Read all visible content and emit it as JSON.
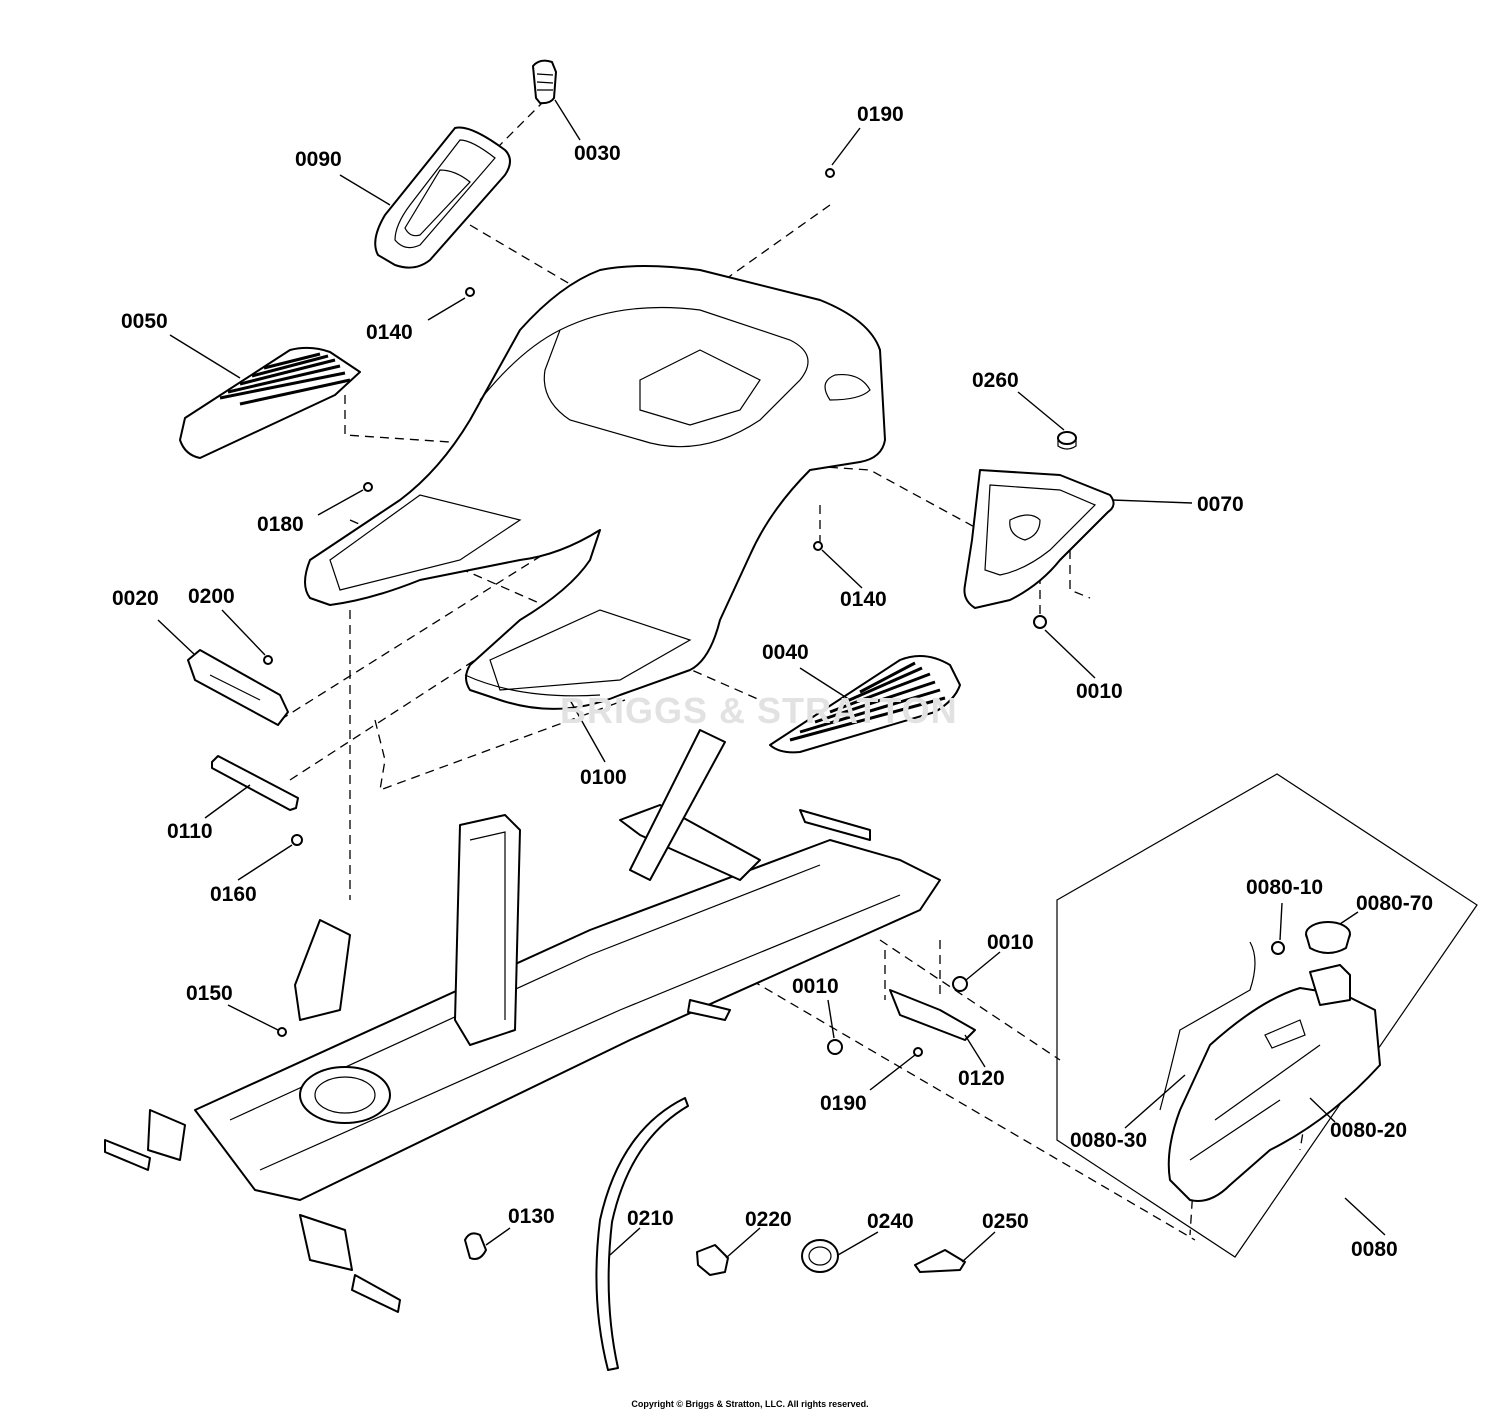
{
  "watermark": "BRIGGS & STRATTON",
  "copyright": "Copyright © Briggs & Stratton, LLC. All rights reserved.",
  "callouts": {
    "p0030": "0030",
    "p0090": "0090",
    "p0190_top": "0190",
    "p0050": "0050",
    "p0140_left": "0140",
    "p0260": "0260",
    "p0070": "0070",
    "p0180": "0180",
    "p0140_right": "0140",
    "p0020": "0020",
    "p0200": "0200",
    "p0010_right": "0010",
    "p0040": "0040",
    "p0100": "0100",
    "p0110": "0110",
    "p0160": "0160",
    "p0080_10": "0080-10",
    "p0080_70": "0080-70",
    "p0010_bracket": "0010",
    "p0010_center": "0010",
    "p0150": "0150",
    "p0120": "0120",
    "p0190_bottom": "0190",
    "p0080_30": "0080-30",
    "p0080_20": "0080-20",
    "p0130": "0130",
    "p0210": "0210",
    "p0220": "0220",
    "p0240": "0240",
    "p0250": "0250",
    "p0080": "0080"
  }
}
